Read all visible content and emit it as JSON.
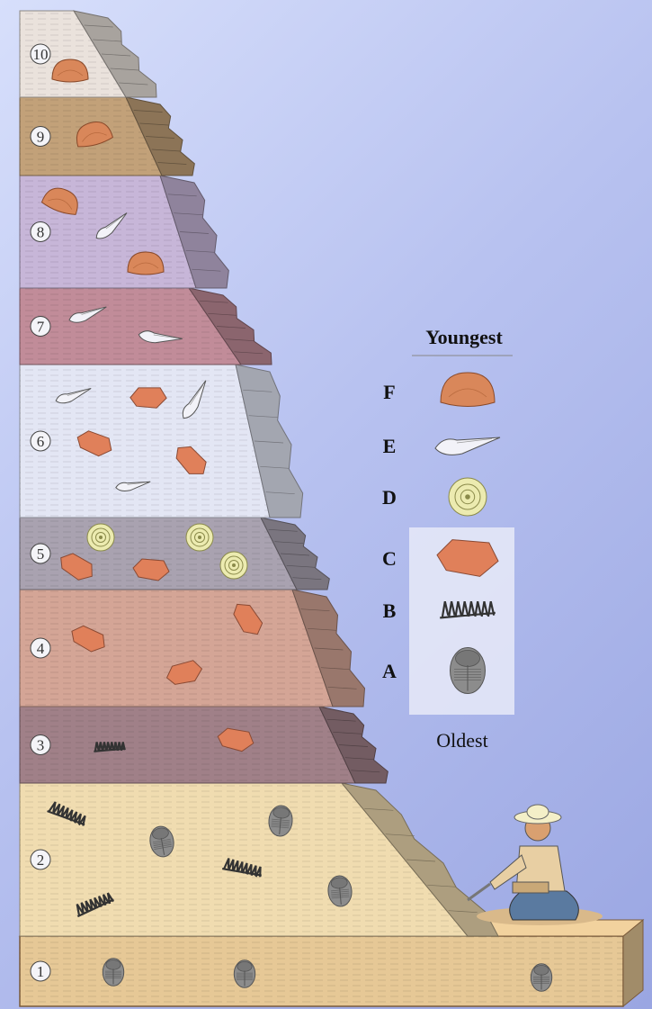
{
  "colors": {
    "bg_top": "#d7dffb",
    "bg_bottom": "#9aa6e2",
    "layer_1": "#e6c896",
    "layer_2": "#f0dcb0",
    "layer_3": "#a08088",
    "layer_4": "#d4a596",
    "layer_5": "#a9a2b0",
    "layer_6": "#e3e6f4",
    "layer_7": "#c18c99",
    "layer_8": "#c7b6d8",
    "layer_9": "#c2a179",
    "layer_10": "#eae2dc",
    "fossil_F": "#d9875a",
    "fossil_E": "#f2f2f8",
    "fossil_D": "#ecebb0",
    "fossil_C": "#e0805a",
    "fossil_B": "#333333",
    "fossil_A": "#8c8c8c"
  },
  "layers": [
    {
      "number": "1",
      "fossils": [
        "A",
        "A",
        "A"
      ]
    },
    {
      "number": "2",
      "fossils": [
        "B",
        "B",
        "B",
        "A",
        "A",
        "A"
      ]
    },
    {
      "number": "3",
      "fossils": [
        "B",
        "C"
      ]
    },
    {
      "number": "4",
      "fossils": [
        "C",
        "C",
        "C"
      ]
    },
    {
      "number": "5",
      "fossils": [
        "D",
        "D",
        "D",
        "C",
        "C"
      ]
    },
    {
      "number": "6",
      "fossils": [
        "E",
        "E",
        "E",
        "C",
        "C",
        "C"
      ]
    },
    {
      "number": "7",
      "fossils": [
        "E",
        "E"
      ]
    },
    {
      "number": "8",
      "fossils": [
        "F",
        "F",
        "E"
      ]
    },
    {
      "number": "9",
      "fossils": [
        "F"
      ]
    },
    {
      "number": "10",
      "fossils": [
        "F"
      ]
    }
  ],
  "legend": {
    "top_label": "Youngest",
    "bottom_label": "Oldest",
    "items": [
      {
        "letter": "F",
        "icon": "clam-shell-icon"
      },
      {
        "letter": "E",
        "icon": "cone-shell-icon"
      },
      {
        "letter": "D",
        "icon": "ammonite-icon"
      },
      {
        "letter": "C",
        "icon": "leaf-fossil-icon"
      },
      {
        "letter": "B",
        "icon": "jaw-fossil-icon"
      },
      {
        "letter": "A",
        "icon": "trilobite-icon"
      }
    ]
  },
  "figure": {
    "icon": "geologist-icon"
  }
}
